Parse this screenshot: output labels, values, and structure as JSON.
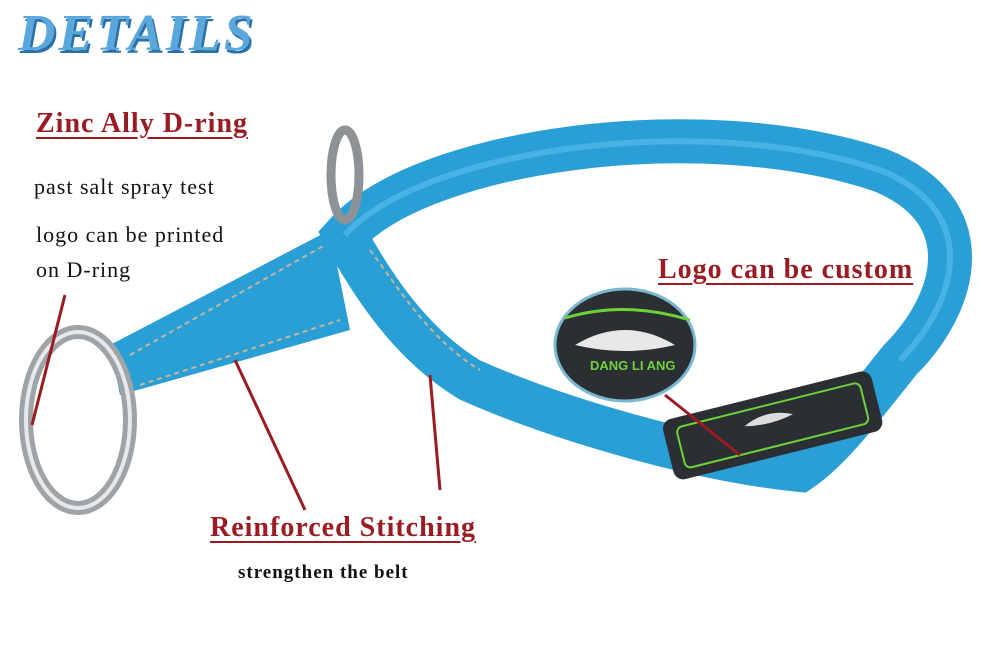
{
  "title": "DETAILS",
  "annotations": {
    "dring": {
      "heading": "Zinc Ally D-ring",
      "lines": [
        "past salt spray test",
        "logo can be printed",
        "on D-ring"
      ]
    },
    "stitching": {
      "heading": "Reinforced Stitching",
      "line": "strengthen the belt"
    },
    "logo": {
      "heading": "Logo can be custom",
      "brand": "DANG LI ANG"
    }
  },
  "colors": {
    "collar": "#2a9fd6",
    "heading": "#9b1b22",
    "title": "#5aa7dc",
    "patch": "#2b2f33",
    "patch_accent": "#6fd13a"
  }
}
